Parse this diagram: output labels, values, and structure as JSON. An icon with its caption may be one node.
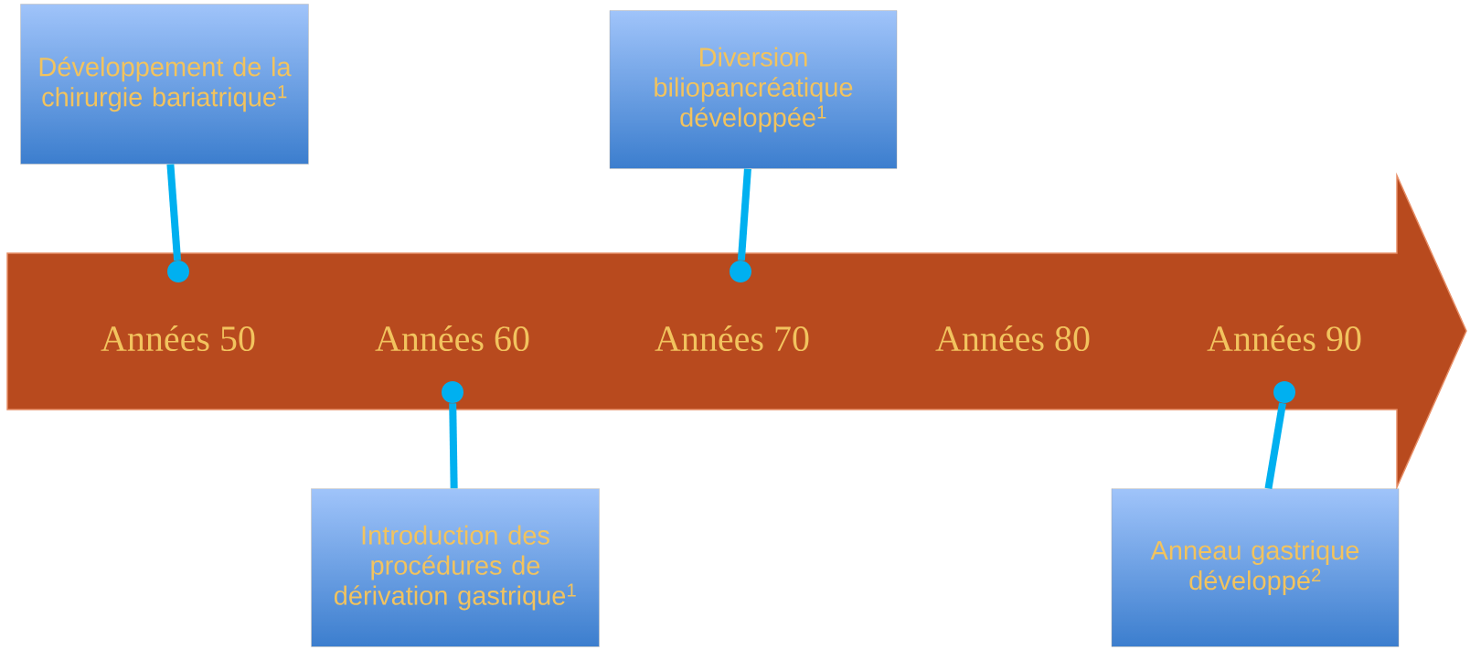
{
  "diagram": {
    "nodes": [
      {
        "text": [
          "Développement de la chirurgie bariatrique$^{1}$"
        ]
      },
      {
        "text": [
          "Diversion biliopancréatique développée$^{1}$"
        ]
      },
      {
        "text": [
          "Années 50",
          "Années 60",
          "Années 70",
          "Années 80",
          "Années 90"
        ]
      },
      {
        "text": [],
        "shape": "circle",
        "in": 2
      },
      {
        "text": [],
        "shape": "circle",
        "in": 2
      },
      {
        "text": [],
        "shape": "circle",
        "in": 2
      },
      {
        "text": [],
        "shape": "circle",
        "in": 2
      },
      {
        "text": [
          "Introduction des procédures de dérivation gastrique$^{1}$"
        ]
      },
      {
        "text": [
          "Anneau gastrique développé$^{2}$"
        ]
      }
    ],
    "edges": [
      {
        "from": 0,
        "to": 3,
        "arrow": "none"
      },
      {
        "from": 1,
        "to": 4,
        "arrow": "none"
      },
      {
        "from": 7,
        "to": 5,
        "arrow": "none"
      },
      {
        "from": 8,
        "to": 6,
        "arrow": "none"
      }
    ]
  }
}
